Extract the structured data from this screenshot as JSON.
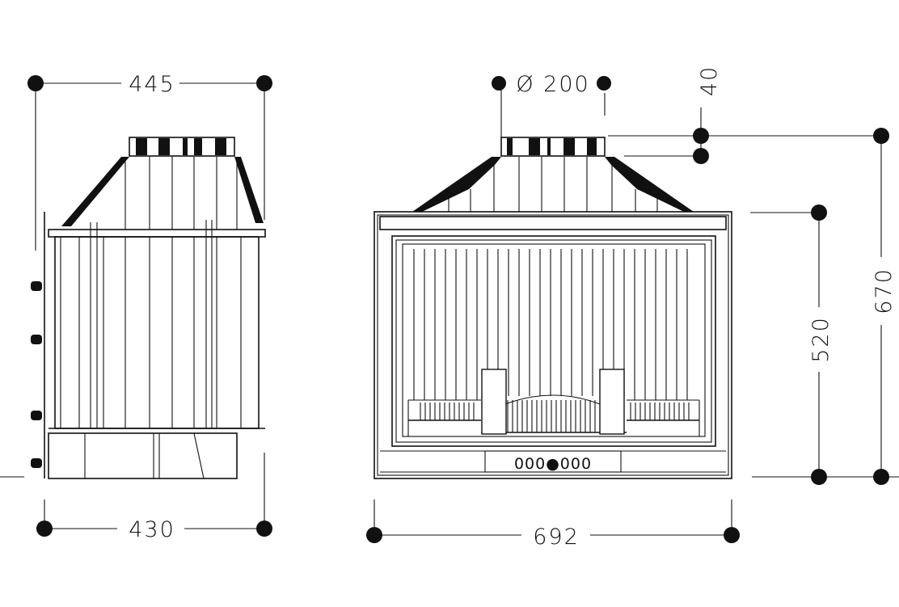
{
  "side_view": {
    "top_width_label": "445",
    "bottom_width_label": "430"
  },
  "front_view": {
    "flue_diameter_label": "Ø 200",
    "flue_collar_height_label": "40",
    "width_label": "692",
    "opening_height_label": "520",
    "total_height_label": "670",
    "control_label": "000●000"
  }
}
